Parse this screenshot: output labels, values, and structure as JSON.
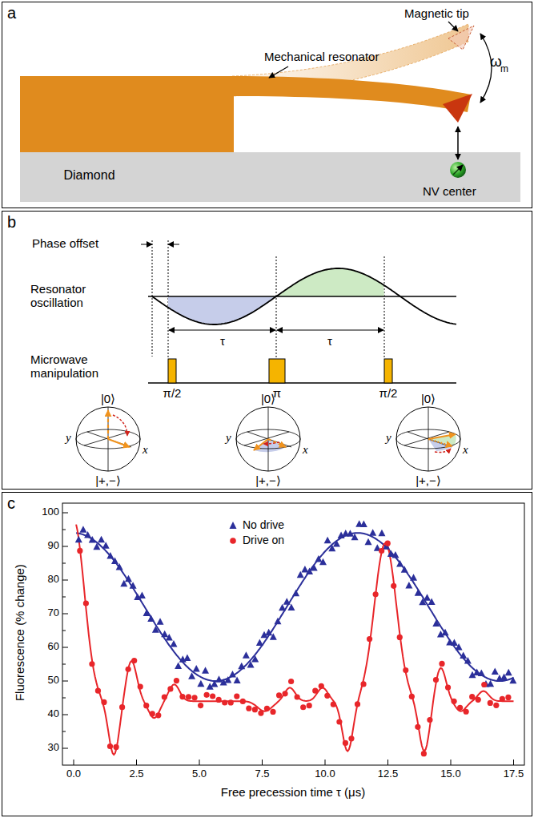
{
  "diagram": {
    "nodes": [
      {
        "text": [
          "a"
        ]
      },
      {
        "text": [
          "Diamond"
        ],
        "in": 0
      },
      {
        "text": [
          "b"
        ]
      },
      {
        "text": [
          "c"
        ]
      }
    ],
    "labels": [
      "Mechanical resonator",
      "Magnetic tip",
      "ω",
      "m",
      "NV center",
      "Phase offset",
      "Resonator oscillation",
      "τ",
      "τ",
      "Microwave manipulation",
      "π/2",
      "π",
      "π/2",
      "|0⟩",
      "|0⟩",
      "|0⟩",
      "|+,−⟩",
      "|+,−⟩",
      "|+,−⟩",
      "y",
      "y",
      "y",
      "x",
      "x",
      "x",
      "Fluorescence (% change)",
      "100",
      "90",
      "80",
      "70",
      "60",
      "50",
      "40",
      "30",
      "0.0",
      "2.5",
      "5.0",
      "7.5",
      "10.0",
      "12.5",
      "15.0",
      "17.5",
      "Free precession time τ (μs)"
    ],
    "legend": [
      {
        "text": "No drive"
      },
      {
        "text": "Drive on"
      }
    ]
  }
}
